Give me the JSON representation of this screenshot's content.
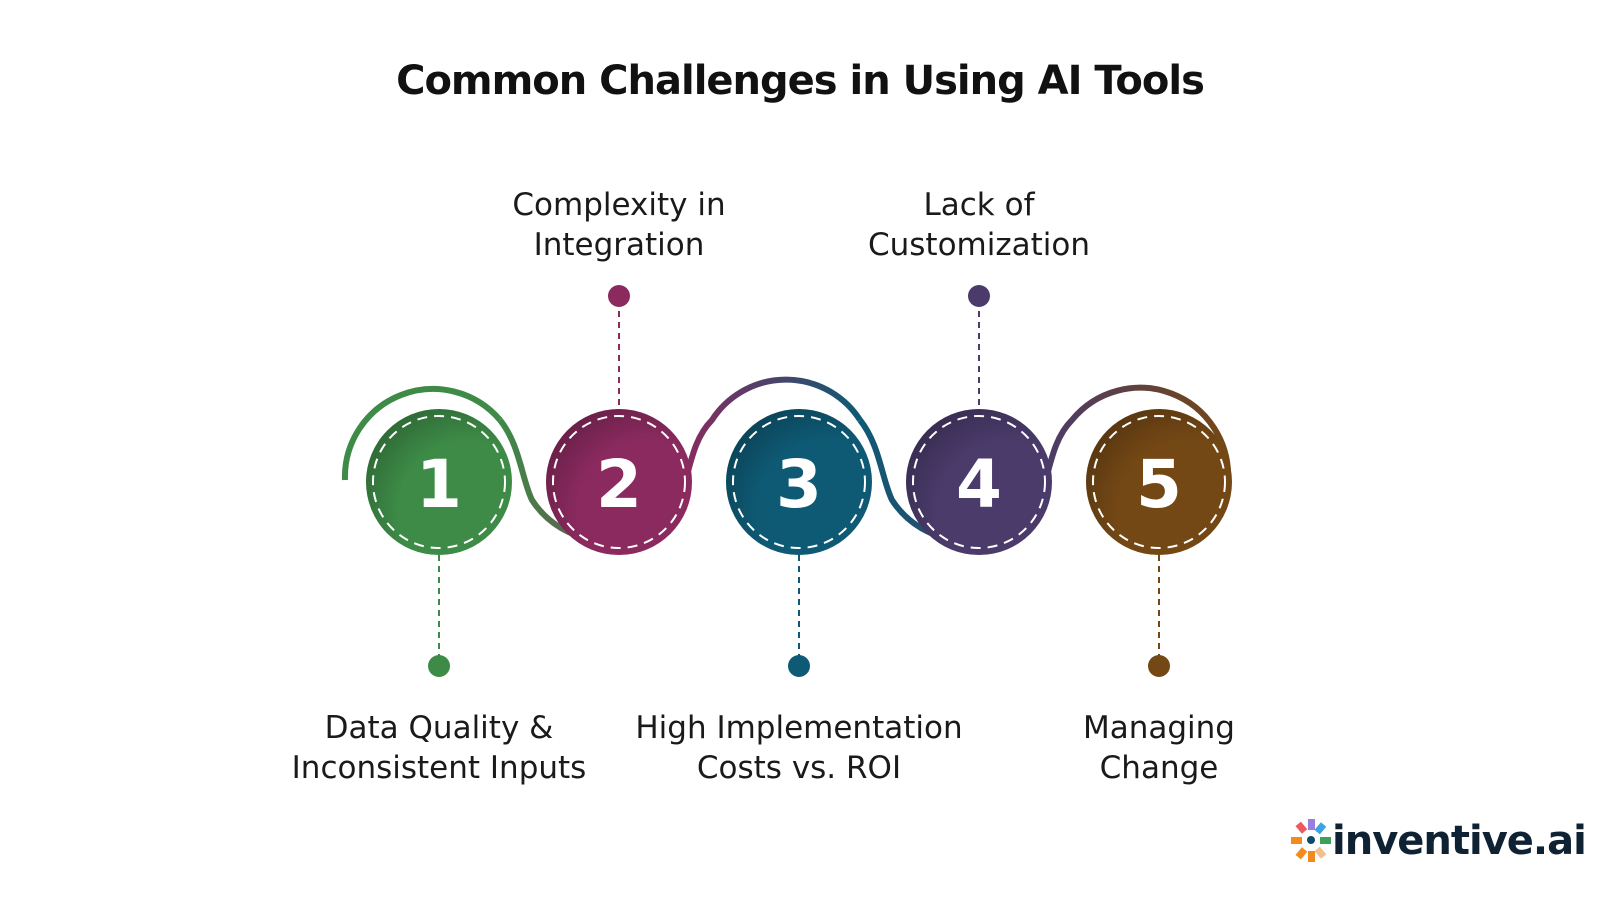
{
  "title": "Common Challenges in Using AI Tools",
  "steps": [
    {
      "number": "1",
      "label_line1": "Data Quality &",
      "label_line2": "Inconsistent Inputs",
      "color": "#3D8B47",
      "position": "bottom"
    },
    {
      "number": "2",
      "label_line1": "Complexity in",
      "label_line2": "Integration",
      "color": "#8B2A5F",
      "position": "top"
    },
    {
      "number": "3",
      "label_line1": "High Implementation",
      "label_line2": "Costs vs. ROI",
      "color": "#0E5A74",
      "position": "bottom"
    },
    {
      "number": "4",
      "label_line1": "Lack of",
      "label_line2": "Customization",
      "color": "#4A3B6B",
      "position": "top"
    },
    {
      "number": "5",
      "label_line1": "Managing",
      "label_line2": "Change",
      "color": "#744815",
      "position": "bottom"
    }
  ],
  "logo": {
    "text": "inventive.ai",
    "icon": "pinwheel-logo-icon"
  }
}
